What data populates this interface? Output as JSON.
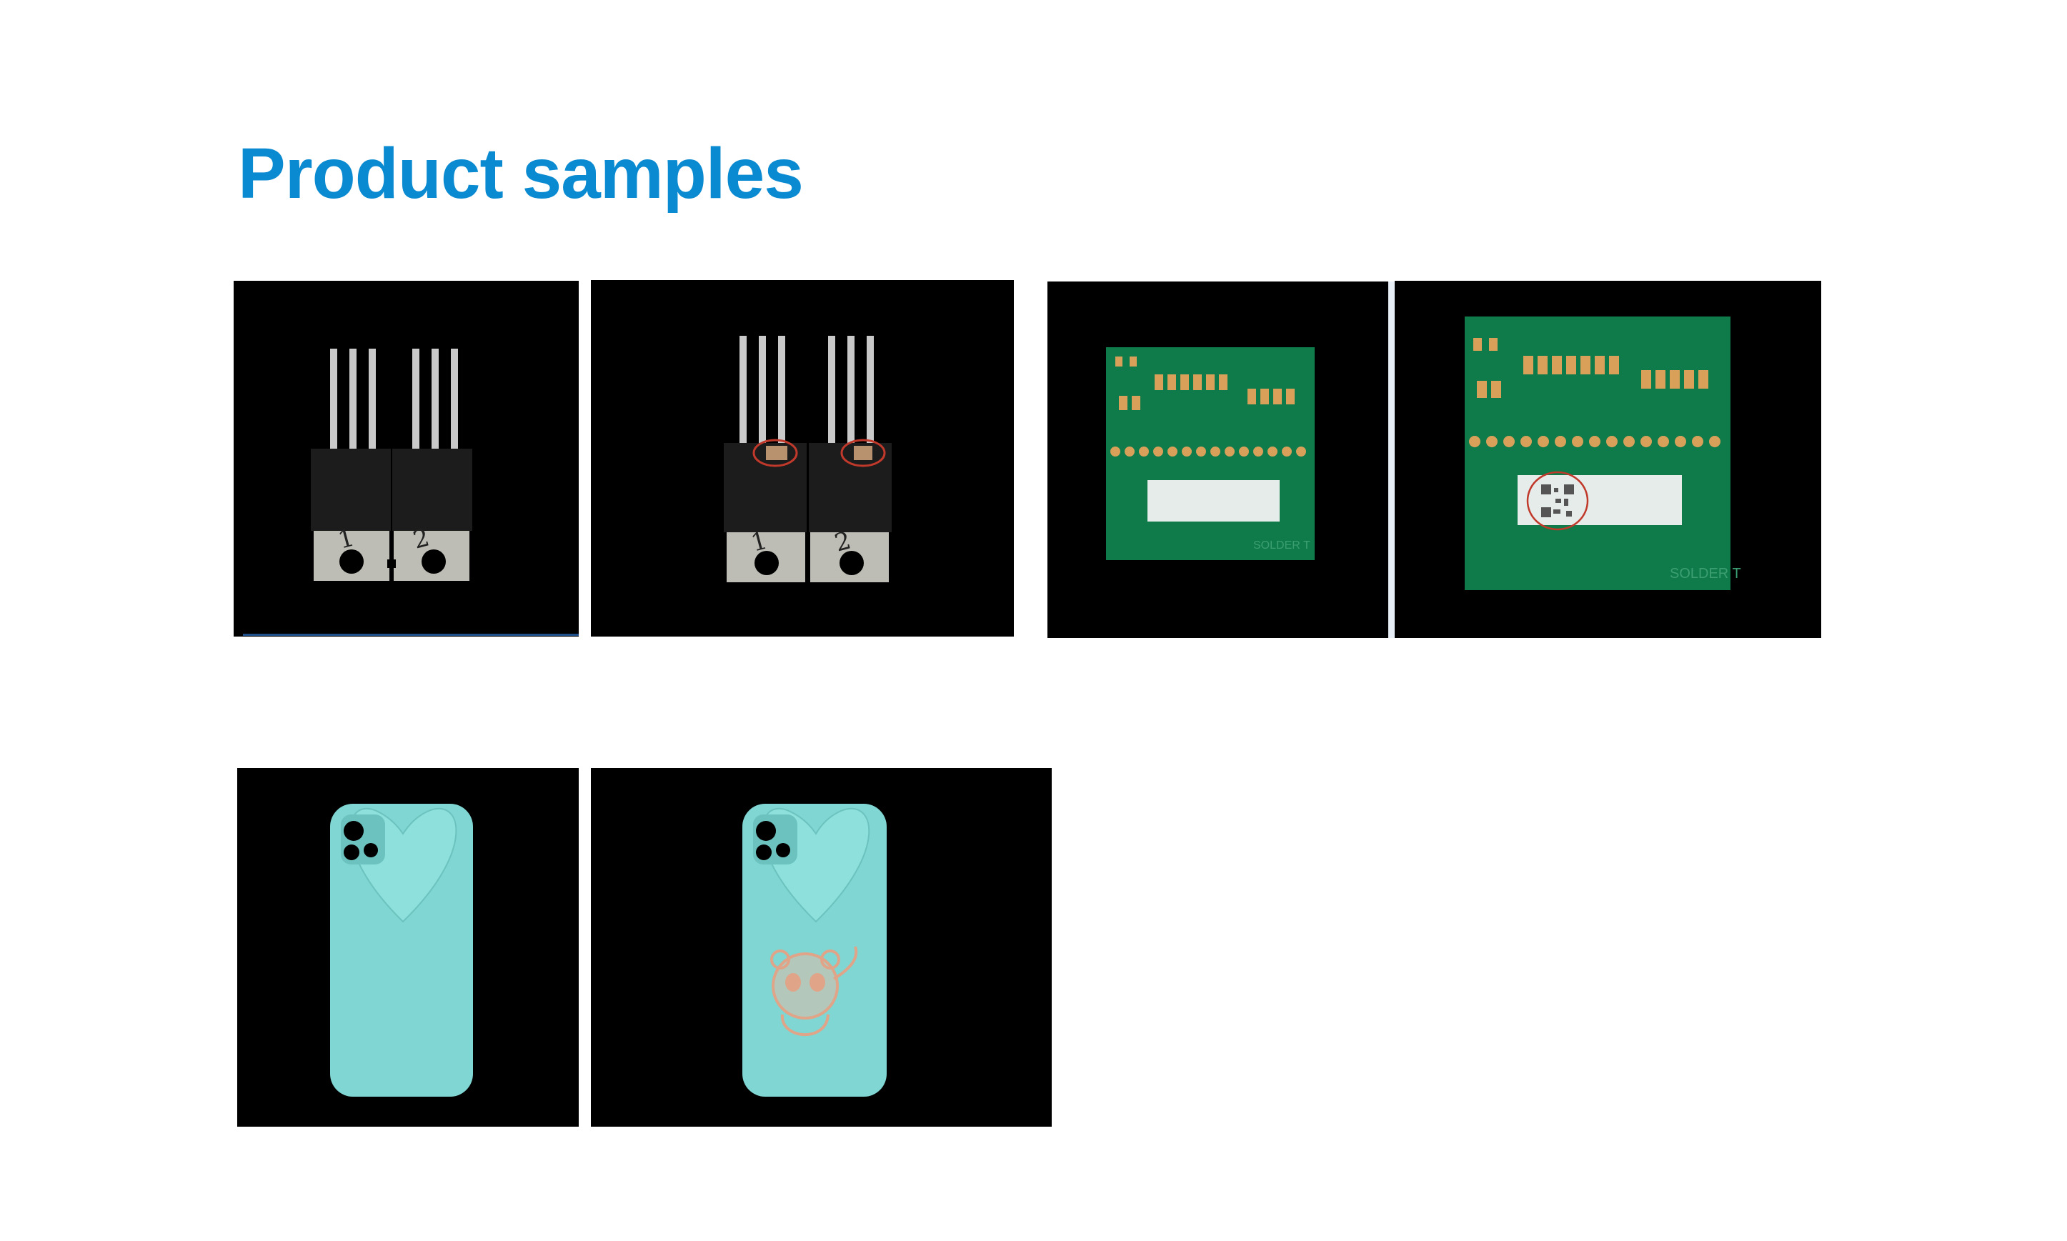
{
  "page": {
    "title": "Product samples",
    "title_color": "#0a8ad1"
  },
  "samples": [
    {
      "name": "transistors-before",
      "labels": [
        "1",
        "2"
      ]
    },
    {
      "name": "transistors-marked",
      "labels": [
        "1",
        "2"
      ]
    },
    {
      "name": "pcb-before",
      "silkscreen_text": "SOLDER T"
    },
    {
      "name": "pcb-marked-qr",
      "silkscreen_text": "SOLDER T"
    },
    {
      "name": "phone-case-before"
    },
    {
      "name": "phone-case-marked-panda"
    }
  ],
  "colors": {
    "panel_bg": "#000000",
    "pcb_green": "#0f7a4a",
    "pad_gold": "#d9a05a",
    "case_teal": "#7fd6d2",
    "mark_red": "#c0392b",
    "panda_orange": "#e0a488"
  }
}
